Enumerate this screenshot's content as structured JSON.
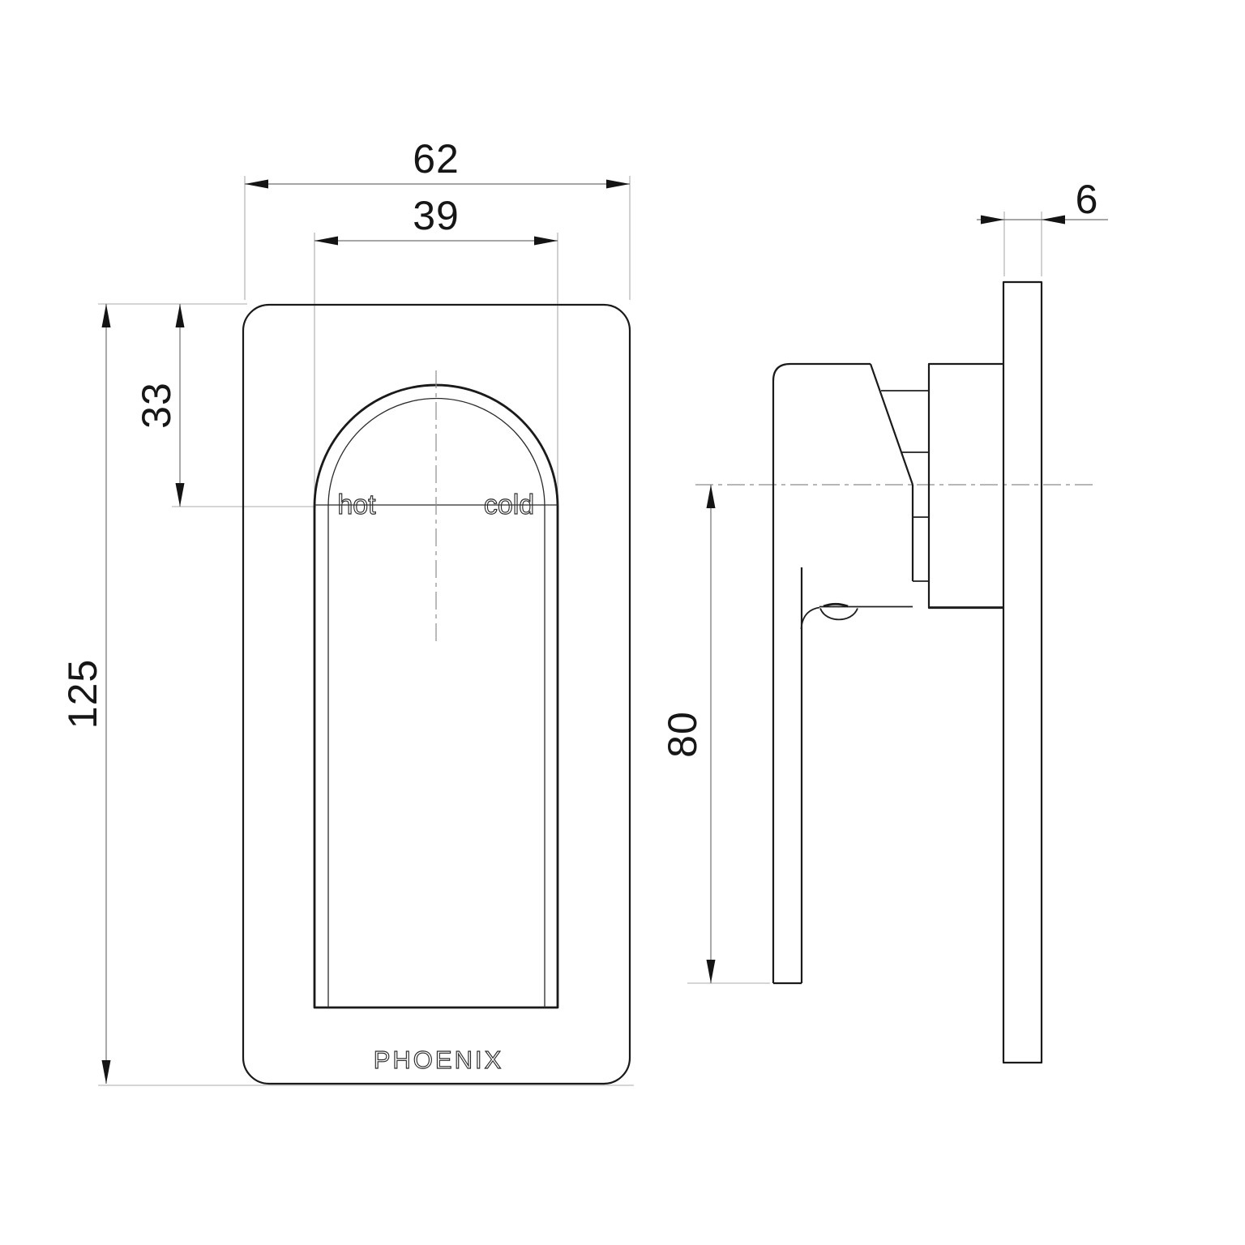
{
  "title": "Technical drawing - wall mixer, front and side views",
  "brand_label": "PHOENIX",
  "port_labels": {
    "hot": "hot",
    "cold": "cold"
  },
  "dimensions": {
    "plate_width": "62",
    "recess_width": "39",
    "arch_depth": "33",
    "plate_height": "125",
    "plate_thickness": "6",
    "handle_length": "80"
  },
  "colors": {
    "outline": "#1a1a1a",
    "dimension_line": "#707070",
    "extension_line": "#ababab",
    "centerline": "#8c8c8c",
    "background": "#ffffff"
  }
}
